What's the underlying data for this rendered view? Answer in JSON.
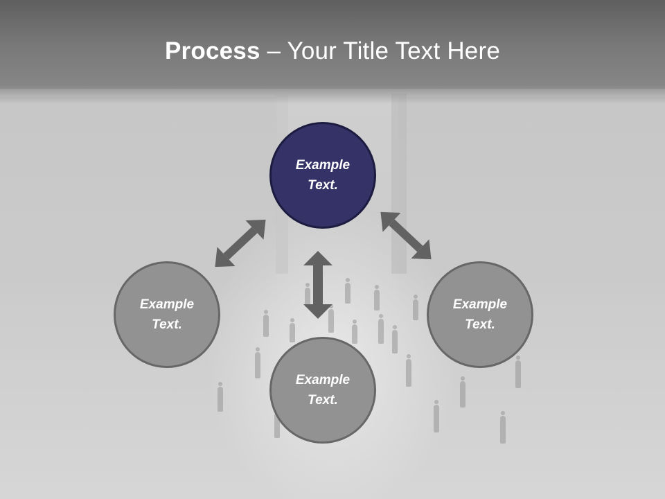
{
  "slide": {
    "title_bold": "Process",
    "title_rest": " – Your Title Text Here"
  },
  "colors": {
    "header_dark": "#5f5f5f",
    "primary_circle": "#343267",
    "primary_circle_border": "#1c1b40",
    "secondary_circle": "#929292",
    "secondary_circle_border": "#676767",
    "arrow": "#626262",
    "text": "#ffffff"
  },
  "nodes": [
    {
      "id": "top",
      "line1": "Example",
      "line2": "Text.",
      "style": "primary"
    },
    {
      "id": "left",
      "line1": "Example",
      "line2": "Text.",
      "style": "secondary"
    },
    {
      "id": "right",
      "line1": "Example",
      "line2": "Text.",
      "style": "secondary"
    },
    {
      "id": "bottom",
      "line1": "Example",
      "line2": "Text.",
      "style": "secondary"
    }
  ],
  "connectors": [
    {
      "from": "top",
      "to": "left",
      "type": "double-arrow"
    },
    {
      "from": "top",
      "to": "right",
      "type": "double-arrow"
    },
    {
      "from": "top",
      "to": "bottom",
      "type": "double-arrow"
    }
  ]
}
